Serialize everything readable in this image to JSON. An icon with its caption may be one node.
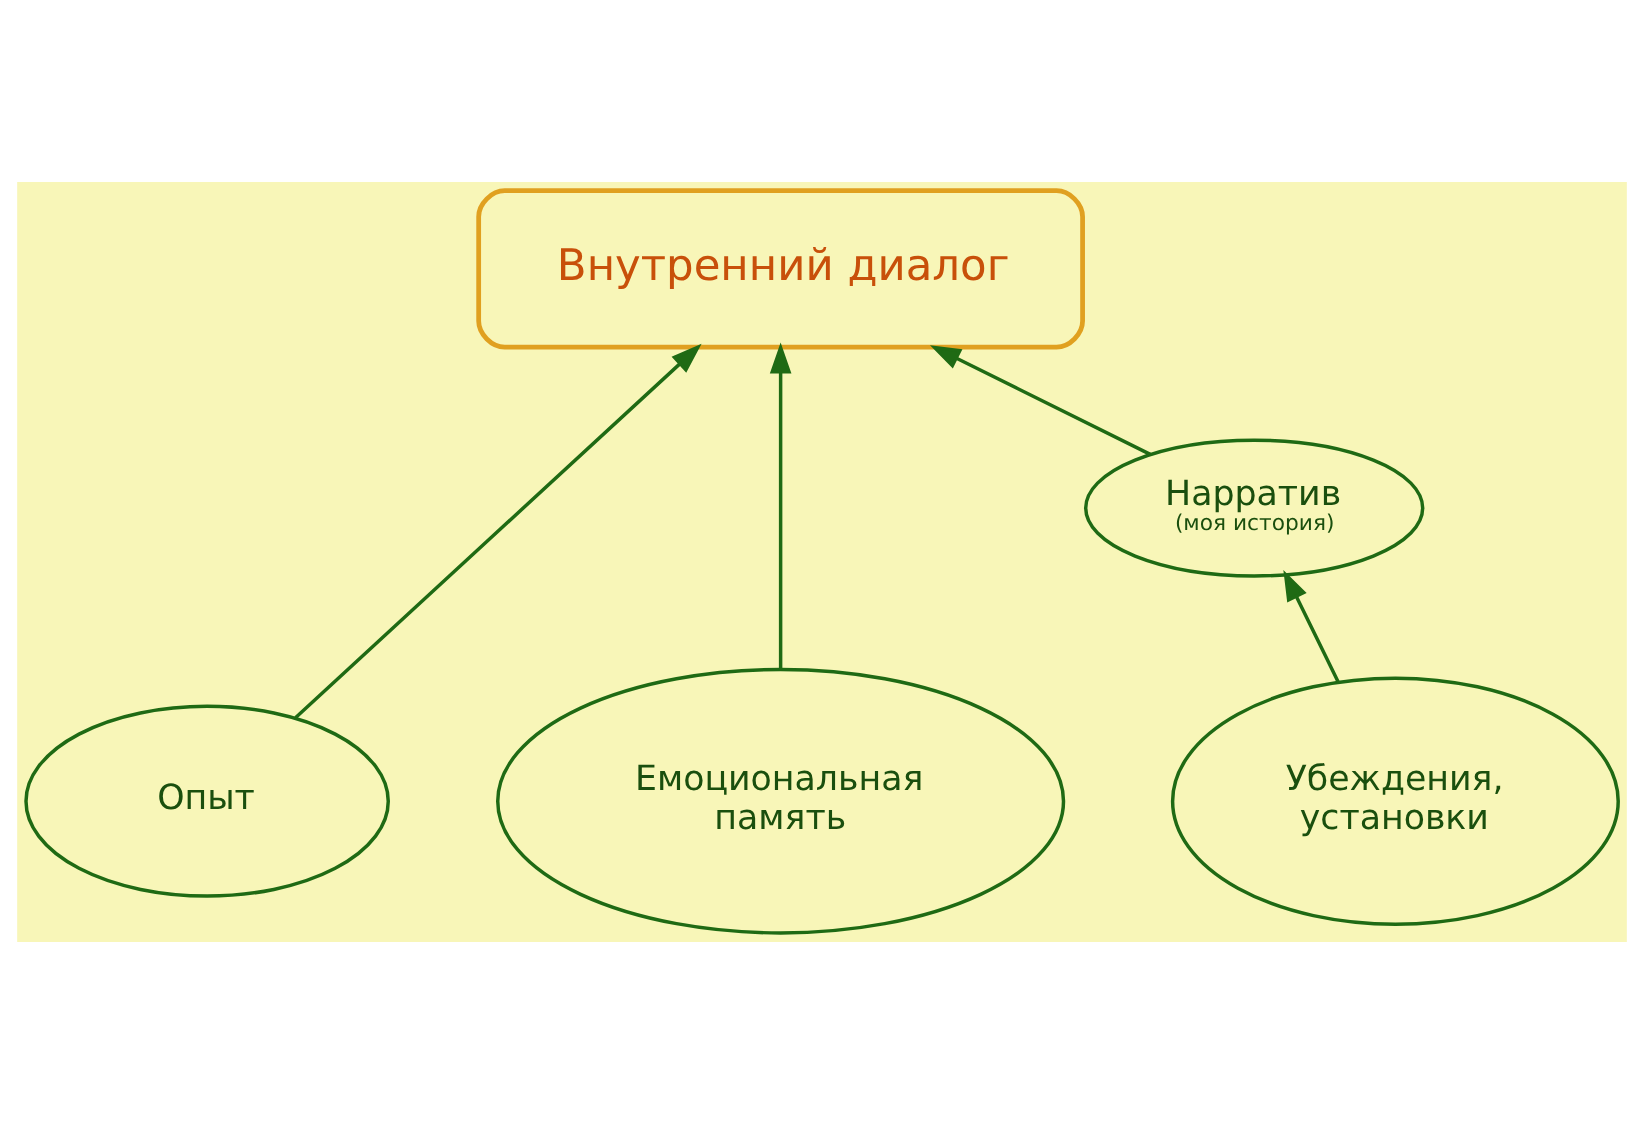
{
  "diagram": {
    "nodes": [
      {
        "text": [
          "Внутренний диалог"
        ]
      },
      {
        "text": [
          "Нарратив",
          "(моя история)"
        ]
      },
      {
        "text": [
          "Опыт"
        ]
      },
      {
        "text": [
          "Емоциональная память"
        ]
      },
      {
        "text": [
          "Убеждения, установки"
        ]
      }
    ],
    "edges": [
      {
        "from": 2,
        "to": 0,
        "arrow": "to"
      },
      {
        "from": 3,
        "to": 0,
        "arrow": "to"
      },
      {
        "from": 1,
        "to": 0,
        "arrow": "to"
      },
      {
        "from": 4,
        "to": 1,
        "arrow": "to"
      }
    ]
  }
}
